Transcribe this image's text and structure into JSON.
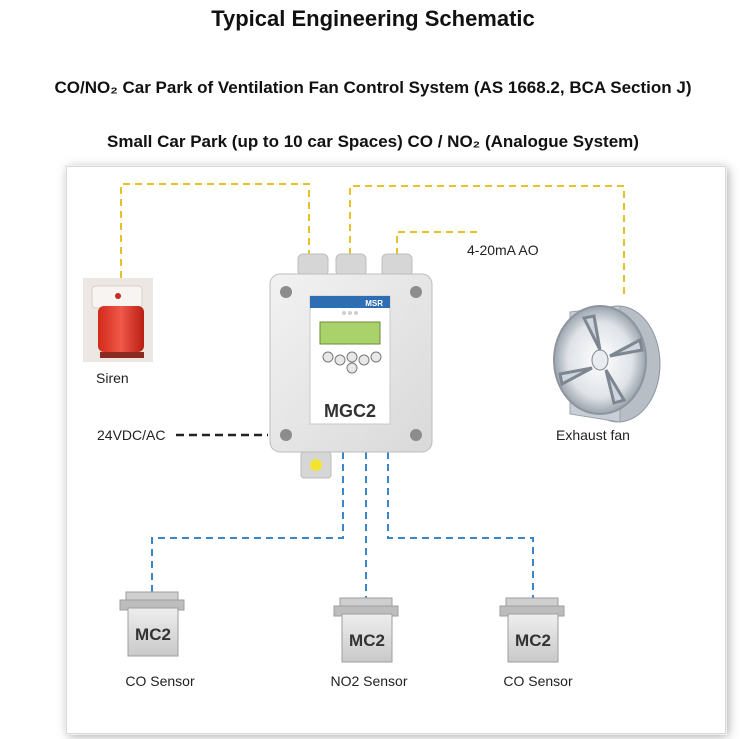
{
  "titles": {
    "main": "Typical Engineering Schematic",
    "sub": "CO/NO₂ Car Park of Ventilation Fan Control System (AS 1668.2, BCA Section J)",
    "sub2": "Small Car Park (up to 10 car Spaces) CO / NO₂ (Analogue System)"
  },
  "controller": {
    "name": "MGC2",
    "brand": "MSR"
  },
  "labels": {
    "siren": "Siren",
    "exhaust_fan": "Exhaust fan",
    "power": "24VDC/AC",
    "analog_out": "4-20mA AO"
  },
  "sensors": [
    {
      "model": "MC2",
      "label": "CO Sensor"
    },
    {
      "model": "MC2",
      "label": "NO2 Sensor"
    },
    {
      "model": "MC2",
      "label": "CO Sensor"
    }
  ],
  "colors": {
    "alarm_wire": "#e6c12a",
    "power_wire": "#222222",
    "sensor_wire": "#3a86c8",
    "controller_header": "#2f6db3",
    "lcd": "#a9d26b"
  }
}
